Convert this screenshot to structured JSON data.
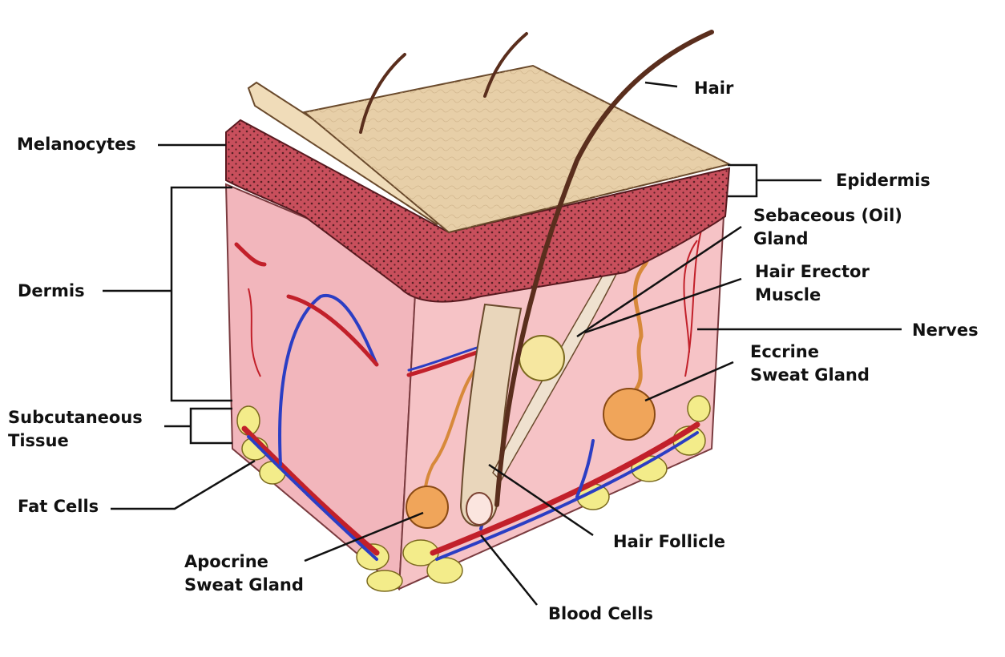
{
  "labels": {
    "hair": "Hair",
    "melanocytes": "Melanocytes",
    "epidermis": "Epidermis",
    "sebaceous": [
      "Sebaceous (Oil)",
      "Gland"
    ],
    "dermis": "Dermis",
    "hair_erector": [
      "Hair Erector",
      "Muscle"
    ],
    "nerves": "Nerves",
    "eccrine": [
      "Eccrine",
      "Sweat Gland"
    ],
    "subcutaneous": [
      "Subcutaneous",
      "Tissue"
    ],
    "fat_cells": "Fat Cells",
    "hair_follicle": "Hair Follicle",
    "apocrine": [
      "Apocrine",
      "Sweat Gland"
    ],
    "blood_cells": "Blood Cells"
  },
  "colors": {
    "epidermis_top": "#e7cfa8",
    "melanocyte_layer": "#c84f5c",
    "dermis": "#f2b6bc",
    "fat": "#f3ec8a",
    "artery": "#c2202a",
    "vein": "#2b3ec4",
    "nerve": "#d7893a",
    "hair": "#5a2e1d",
    "leader_line": "#111111"
  }
}
